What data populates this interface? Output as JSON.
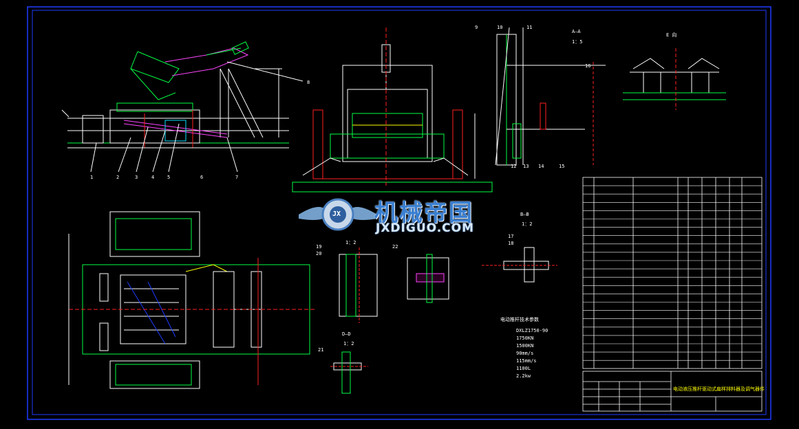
{
  "watermark": {
    "cn": "机械帝国",
    "en": "JXDIGUO.COM",
    "badge": "JX"
  },
  "views": {
    "section_aa": {
      "title": "A—A",
      "scale": "1：5"
    },
    "view_e": {
      "title": "E 向"
    },
    "section_bb": {
      "title": "B—B",
      "scale": "1：2"
    },
    "section_dd": {
      "title": "D—D",
      "scale": "1：2"
    },
    "section_scale_c": "1：2"
  },
  "spec_table": {
    "heading": "电动推杆技术参数",
    "values": [
      "DXLZ1750-90",
      "1750KN",
      "1500KN",
      "90mm/s",
      "115mm/s",
      "1100L",
      "2.2kw"
    ]
  },
  "title_block": {
    "drawing_title": "电动液压推杆驱动式扁样排料器及调气器件"
  },
  "callouts": [
    "1",
    "2",
    "3",
    "4",
    "5",
    "6",
    "7",
    "8",
    "9",
    "10",
    "11",
    "12",
    "13",
    "14",
    "15",
    "16",
    "17",
    "18",
    "19",
    "20",
    "21",
    "22"
  ],
  "colors": {
    "frame": "#1f3cff",
    "outline": "#ffffff",
    "green": "#00ff44",
    "magenta": "#ff44ff",
    "red": "#ff2020",
    "cyan": "#00e0ff",
    "yellow": "#ffff00",
    "logo_blue": "#3a7fd0"
  }
}
